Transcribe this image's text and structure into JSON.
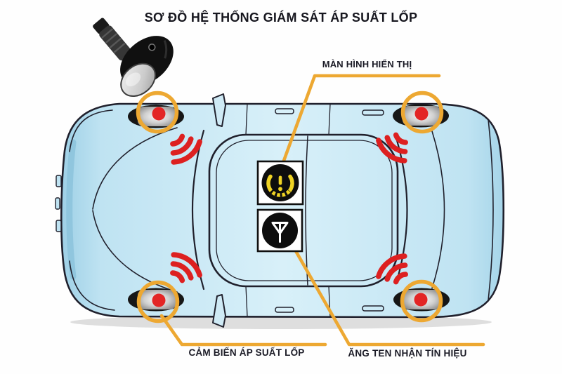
{
  "title": "SƠ ĐỒ HỆ THỐNG GIÁM SÁT ÁP SUẤT LỐP",
  "labels": {
    "display": "MÀN HÌNH HIỂN THỊ",
    "pressure_sensor": "CẢM BIẾN ÁP SUẤT LỐP",
    "antenna": "ĂNG TEN NHẬN TÍN HIỆU"
  },
  "icons": {
    "tpms_warning": "tpms-low-pressure-warning",
    "antenna": "signal-antenna"
  },
  "wheel_sensors": [
    "front-left",
    "front-right",
    "rear-left",
    "rear-right"
  ],
  "colors": {
    "accent_orange": "#EDA832",
    "signal_red": "#DD2020",
    "warning_yellow": "#EFD324",
    "car_body_fill": "#CDEAF6",
    "outline_dark": "#20202C",
    "sensor_dot_red": "#E32525"
  }
}
